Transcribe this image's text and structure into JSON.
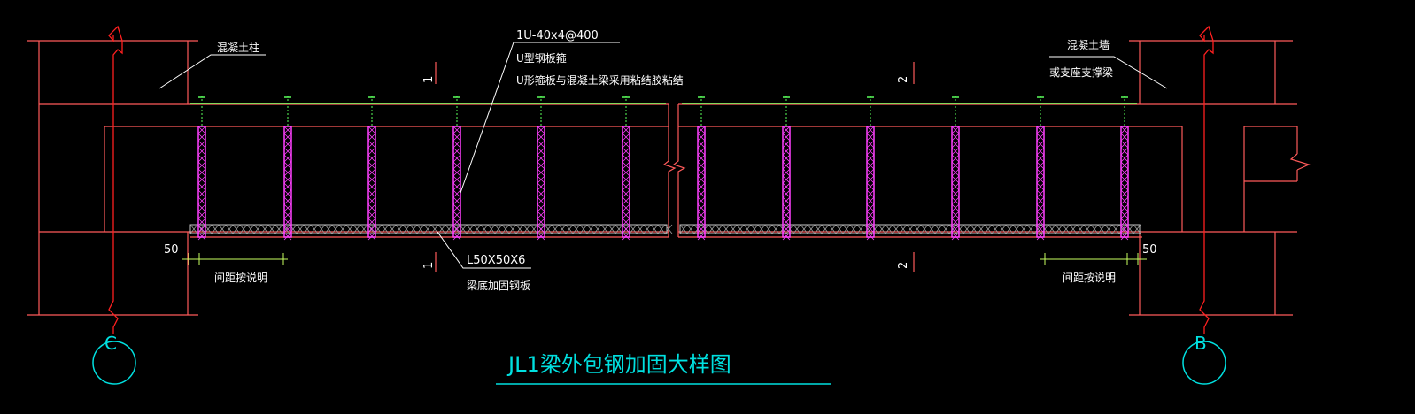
{
  "labels": {
    "left_column": "混凝土柱",
    "right_wall": "混凝土墙",
    "right_support": "或支座支撑梁",
    "u_strip_spec": "1U-40x4@400",
    "u_strip_name": "U型钢板箍",
    "u_strip_note": "U形箍板与混凝土梁采用粘结胶粘结",
    "angle_spec": "L50X50X6",
    "angle_note": "梁底加固钢板",
    "spacing_left": "间距按说明",
    "spacing_right": "间距按说明",
    "dim_left": "50",
    "dim_right": "50",
    "section_1_top": "1",
    "section_1_bottom": "1",
    "section_2_top": "2",
    "section_2_bottom": "2",
    "axis_left": "C",
    "axis_right": "B",
    "title": "JL1梁外包钢加固大样图"
  },
  "colors": {
    "outline": "#ff5a5a",
    "axis_line": "#ff2020",
    "text": "#ffffff",
    "leader": "#ffffff",
    "green": "#5aff5a",
    "magenta": "#ff40ff",
    "cyan": "#00e0e0",
    "steel_plate": "#c8c8c8"
  }
}
